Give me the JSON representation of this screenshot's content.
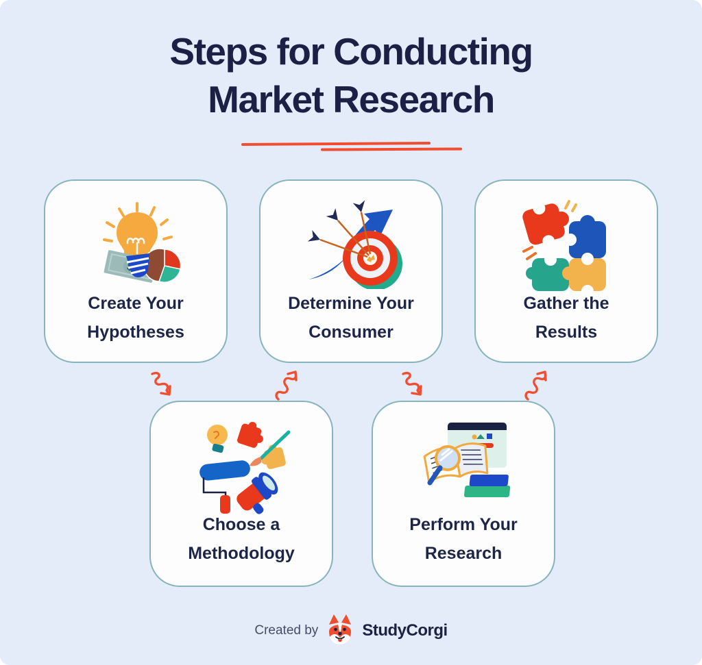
{
  "title": {
    "line1": "Steps for Conducting",
    "line2": "Market Research"
  },
  "steps": [
    {
      "id": 1,
      "label_line1": "Create Your",
      "label_line2": "Hypotheses",
      "icon": "lightbulb-money-piechart-icon"
    },
    {
      "id": 2,
      "label_line1": "Determine Your",
      "label_line2": "Consumer",
      "icon": "target-arrows-icon"
    },
    {
      "id": 3,
      "label_line1": "Gather the",
      "label_line2": "Results",
      "icon": "puzzle-pieces-icon"
    },
    {
      "id": 4,
      "label_line1": "Choose a",
      "label_line2": "Methodology",
      "icon": "tools-megaphone-icon"
    },
    {
      "id": 5,
      "label_line1": "Perform Your",
      "label_line2": "Research",
      "icon": "book-magnifier-icon"
    }
  ],
  "connectors": [
    {
      "from": 1,
      "to": 4,
      "direction": "down-right",
      "icon": "squiggle-arrow-down-icon"
    },
    {
      "from": 4,
      "to": 2,
      "direction": "up-right",
      "icon": "squiggle-arrow-up-icon"
    },
    {
      "from": 2,
      "to": 5,
      "direction": "down-right",
      "icon": "squiggle-arrow-down-icon"
    },
    {
      "from": 5,
      "to": 3,
      "direction": "up-right",
      "icon": "squiggle-arrow-up-icon"
    }
  ],
  "footer": {
    "created_by_label": "Created by",
    "brand_name": "StudyCorgi",
    "logo_icon": "corgi-logo-icon"
  },
  "colors": {
    "background": "#e4ecf9",
    "card_background": "#fdfdfe",
    "card_border": "#87b4bb",
    "title_text": "#1b2044",
    "card_text": "#1e2647",
    "accent_orange": "#f04e31",
    "illustration_blue": "#1d56b8",
    "illustration_teal": "#26a58c",
    "illustration_yellow": "#f3b34c",
    "illustration_red": "#e8391c"
  }
}
